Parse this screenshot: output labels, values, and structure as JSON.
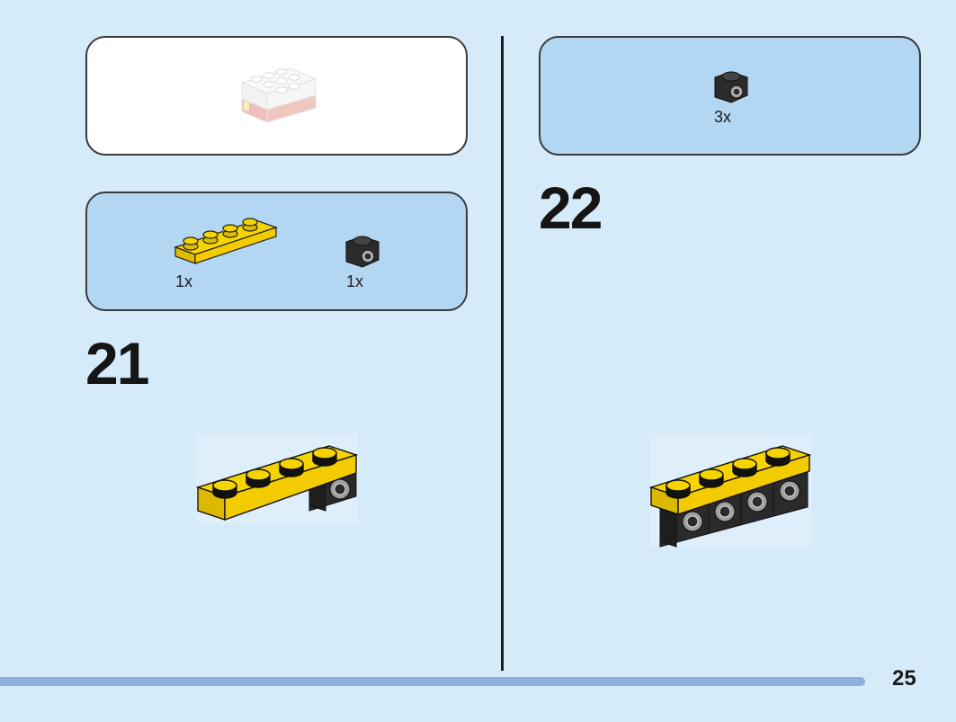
{
  "page": {
    "number": "25"
  },
  "left_column": {
    "preview_box": {
      "icon": "assembled-model-preview"
    },
    "parts_box": {
      "parts": [
        {
          "icon": "yellow-plate-1x4",
          "quantity": "1x"
        },
        {
          "icon": "black-round-brick-1x1",
          "quantity": "1x"
        }
      ]
    },
    "step": {
      "number": "21",
      "icon": "yellow-plate-on-black-brick"
    }
  },
  "right_column": {
    "parts_box": {
      "parts": [
        {
          "icon": "black-round-brick-1x1",
          "quantity": "3x"
        }
      ]
    },
    "step": {
      "number": "22",
      "icon": "yellow-plate-on-four-black-bricks"
    }
  },
  "colors": {
    "background": "#d6ebf9",
    "callout_blue": "#b3d7f3",
    "brick_yellow": "#f6d400",
    "brick_black": "#2b2b2b",
    "progress_bar": "#8eaede"
  }
}
